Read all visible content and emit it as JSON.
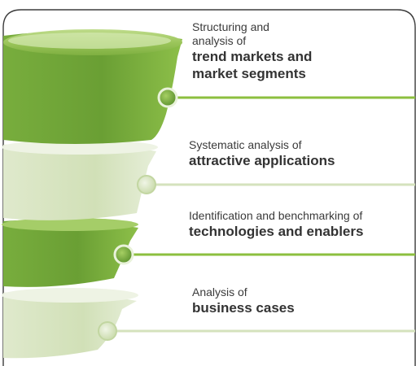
{
  "colors": {
    "accent_green": "#8cbf3f",
    "dark_green": "#6fa23a",
    "light_green": "#d9e6c1",
    "frame": "#3b3b3b"
  },
  "stages": [
    {
      "plain": "Structuring and\nanalysis of",
      "bold": "trend markets and\nmarket segments",
      "highlighted": true
    },
    {
      "plain": "Systematic analysis of",
      "bold": "attractive applications",
      "highlighted": false
    },
    {
      "plain": "Identification and benchmarking of",
      "bold": "technologies and enablers",
      "highlighted": true
    },
    {
      "plain": "Analysis of",
      "bold": "business cases",
      "highlighted": false
    }
  ]
}
